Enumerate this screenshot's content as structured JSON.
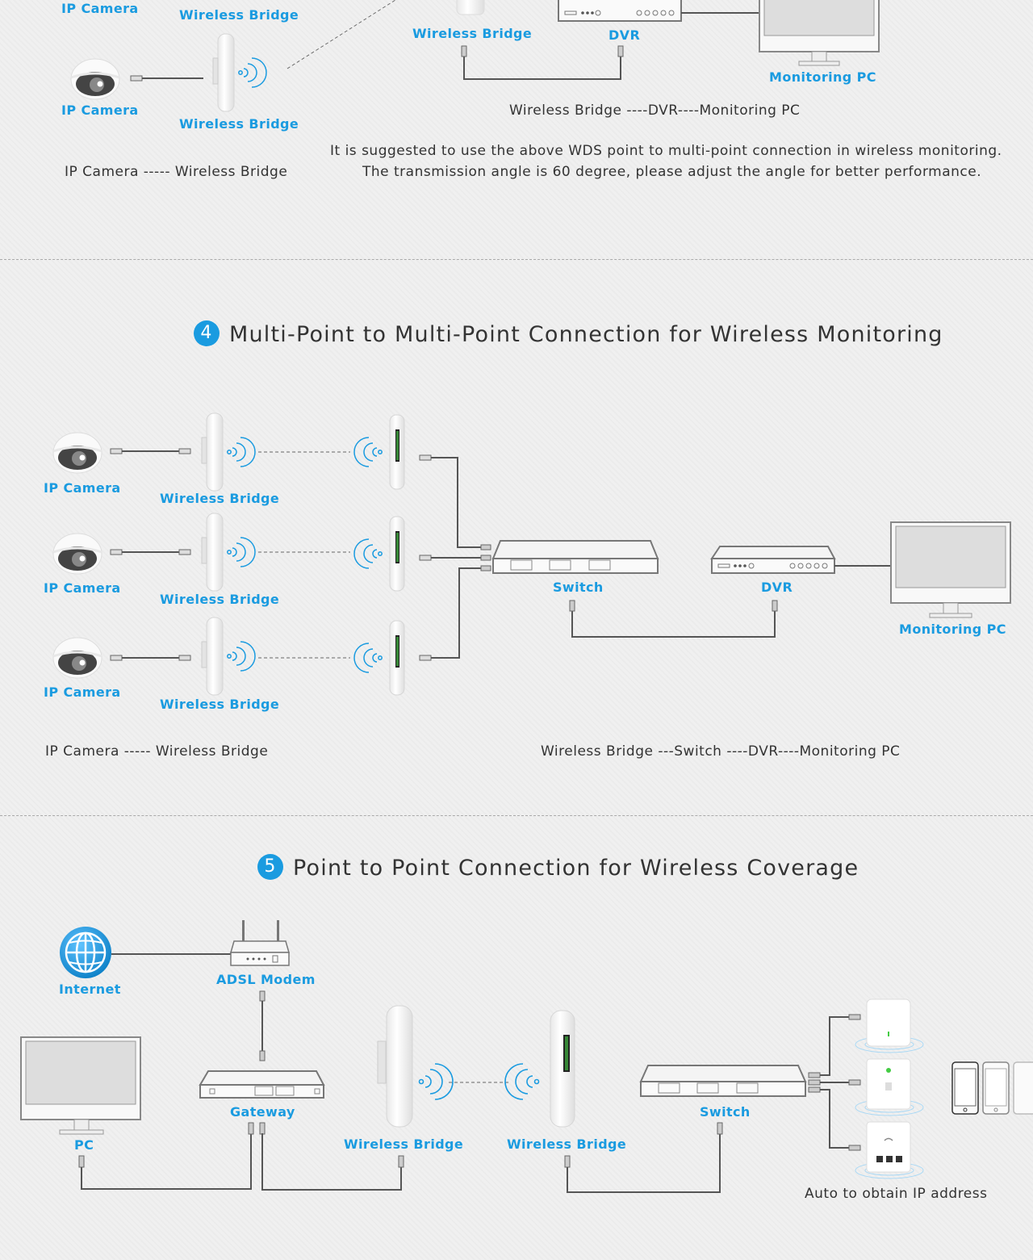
{
  "section3": {
    "labels": {
      "ip_camera": "IP Camera",
      "wireless_bridge": "Wireless Bridge",
      "dvr": "DVR",
      "monitoring_pc": "Monitoring PC"
    },
    "caption_left": "IP Camera -----  Wireless Bridge",
    "caption_right": "Wireless Bridge ----DVR----Monitoring PC",
    "note_line1": "It is suggested to use the above WDS point to multi-point connection in wireless monitoring.",
    "note_line2": "The transmission angle is 60 degree, please adjust the angle for better performance."
  },
  "section4": {
    "number": "4",
    "title": "Multi-Point to Multi-Point Connection for Wireless Monitoring",
    "labels": {
      "ip_camera": "IP Camera",
      "wireless_bridge": "Wireless Bridge",
      "switch": "Switch",
      "dvr": "DVR",
      "monitoring_pc": "Monitoring PC"
    },
    "caption_left": "IP Camera -----  Wireless Bridge",
    "caption_right": "Wireless Bridge ---Switch ----DVR----Monitoring PC"
  },
  "section5": {
    "number": "5",
    "title": "Point to Point Connection for Wireless Coverage",
    "labels": {
      "internet": "Internet",
      "adsl_modem": "ADSL Modem",
      "gateway": "Gateway",
      "pc": "PC",
      "wireless_bridge": "Wireless Bridge",
      "switch": "Switch"
    },
    "caption_auto_ip": "Auto to obtain IP address"
  },
  "colors": {
    "accent": "#1a9be0",
    "text": "#333333",
    "line": "#555555",
    "device": "#ffffff"
  },
  "icons": [
    "ip-camera-icon",
    "wireless-bridge-icon",
    "dvr-icon",
    "monitor-icon",
    "switch-icon",
    "globe-icon",
    "modem-icon",
    "gateway-icon",
    "access-point-icon",
    "smartphone-icon",
    "wifi-signal-icon"
  ]
}
